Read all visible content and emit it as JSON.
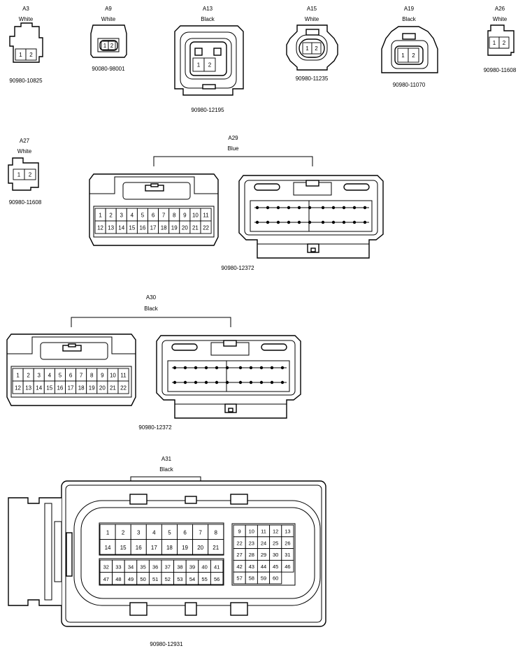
{
  "connectors": [
    {
      "id": "A3",
      "color": "White",
      "part": "90980-10825",
      "pins": [
        "1",
        "2"
      ]
    },
    {
      "id": "A9",
      "color": "White",
      "part": "90080-98001",
      "pins": [
        "1",
        "2"
      ]
    },
    {
      "id": "A13",
      "color": "Black",
      "part": "90980-12195",
      "pins": [
        "1",
        "2"
      ]
    },
    {
      "id": "A15",
      "color": "White",
      "part": "90980-11235",
      "pins": [
        "1",
        "2"
      ]
    },
    {
      "id": "A19",
      "color": "Black",
      "part": "90980-11070",
      "pins": [
        "1",
        "2"
      ]
    },
    {
      "id": "A26",
      "color": "White",
      "part": "90980-11608",
      "pins": [
        "1",
        "2"
      ]
    },
    {
      "id": "A27",
      "color": "White",
      "part": "90980-11608",
      "pins": [
        "1",
        "2"
      ]
    },
    {
      "id": "A29",
      "color": "Blue",
      "part": "90980-12372",
      "pin_rows": [
        [
          "1",
          "2",
          "3",
          "4",
          "5",
          "6",
          "7",
          "8",
          "9",
          "10",
          "11"
        ],
        [
          "12",
          "13",
          "14",
          "15",
          "16",
          "17",
          "18",
          "19",
          "20",
          "21",
          "22"
        ]
      ]
    },
    {
      "id": "A30",
      "color": "Black",
      "part": "90980-12372",
      "pin_rows": [
        [
          "1",
          "2",
          "3",
          "4",
          "5",
          "6",
          "7",
          "8",
          "9",
          "10",
          "11"
        ],
        [
          "12",
          "13",
          "14",
          "15",
          "16",
          "17",
          "18",
          "19",
          "20",
          "21",
          "22"
        ]
      ]
    },
    {
      "id": "A31",
      "color": "Black",
      "part": "90980-12931",
      "left_upper": [
        [
          "1",
          "2",
          "3",
          "4",
          "5",
          "6",
          "7",
          "8"
        ],
        [
          "14",
          "15",
          "16",
          "17",
          "18",
          "19",
          "20",
          "21"
        ]
      ],
      "left_lower": [
        [
          "32",
          "33",
          "34",
          "35",
          "36",
          "37",
          "38",
          "39",
          "40",
          "41"
        ],
        [
          "47",
          "48",
          "49",
          "50",
          "51",
          "52",
          "53",
          "54",
          "55",
          "56"
        ]
      ],
      "right_blocks": [
        [
          "9",
          "10",
          "11",
          "12",
          "13"
        ],
        [
          "22",
          "23",
          "24",
          "25",
          "26"
        ],
        [
          "27",
          "28",
          "29",
          "30",
          "31"
        ],
        [
          "42",
          "43",
          "44",
          "45",
          "46"
        ],
        [
          "57",
          "58",
          "59",
          "60"
        ]
      ]
    }
  ]
}
